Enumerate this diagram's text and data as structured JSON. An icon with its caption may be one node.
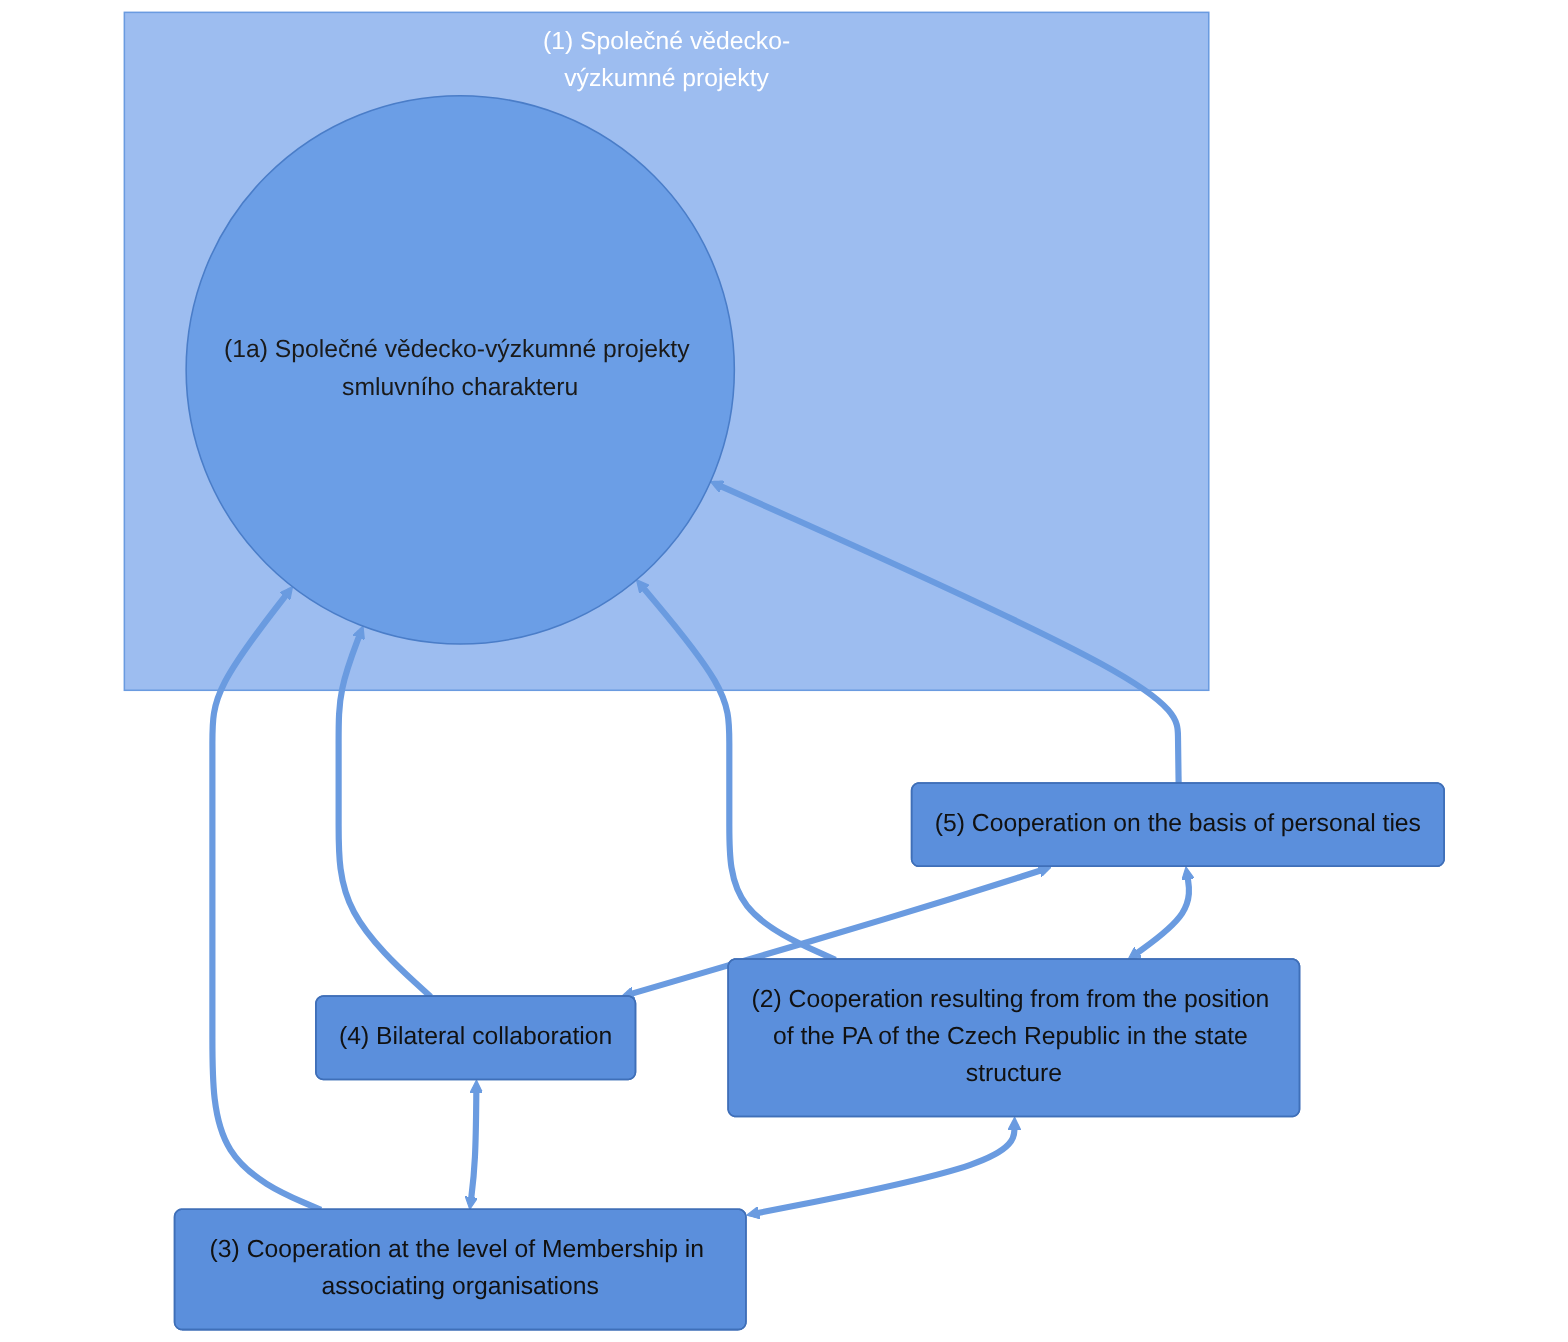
{
  "diagram": {
    "nodes": [
      {
        "text": [
          "(3) Cooperation at the level of Membership in associating organisations"
        ]
      },
      {
        "text": [
          "(4) Bilateral collaboration"
        ]
      },
      {
        "text": [
          "(1) Společné vědecko-výzkumné projekty"
        ]
      },
      {
        "text": [
          "(1a) Společné vědecko-výzkumné projekty smluvního charakteru"
        ],
        "in": 2
      },
      {
        "text": [
          "(2) Cooperation resulting from from the position of the PA of the Czech Republic in the state structure"
        ]
      },
      {
        "text": [
          "(5) Cooperation on the basis of personal ties"
        ]
      }
    ],
    "edges": [
      {
        "from": 0,
        "to": 1,
        "arrow": "both"
      },
      {
        "from": 0,
        "to": 3,
        "arrow": "to"
      },
      {
        "from": 1,
        "to": 3,
        "arrow": "to"
      },
      {
        "from": 0,
        "to": 4,
        "arrow": "both"
      },
      {
        "from": 1,
        "to": 5,
        "arrow": "both"
      },
      {
        "from": 4,
        "to": 3,
        "arrow": "to"
      },
      {
        "from": 5,
        "to": 3,
        "arrow": "to"
      },
      {
        "from": 4,
        "to": 5,
        "arrow": "both"
      }
    ]
  }
}
